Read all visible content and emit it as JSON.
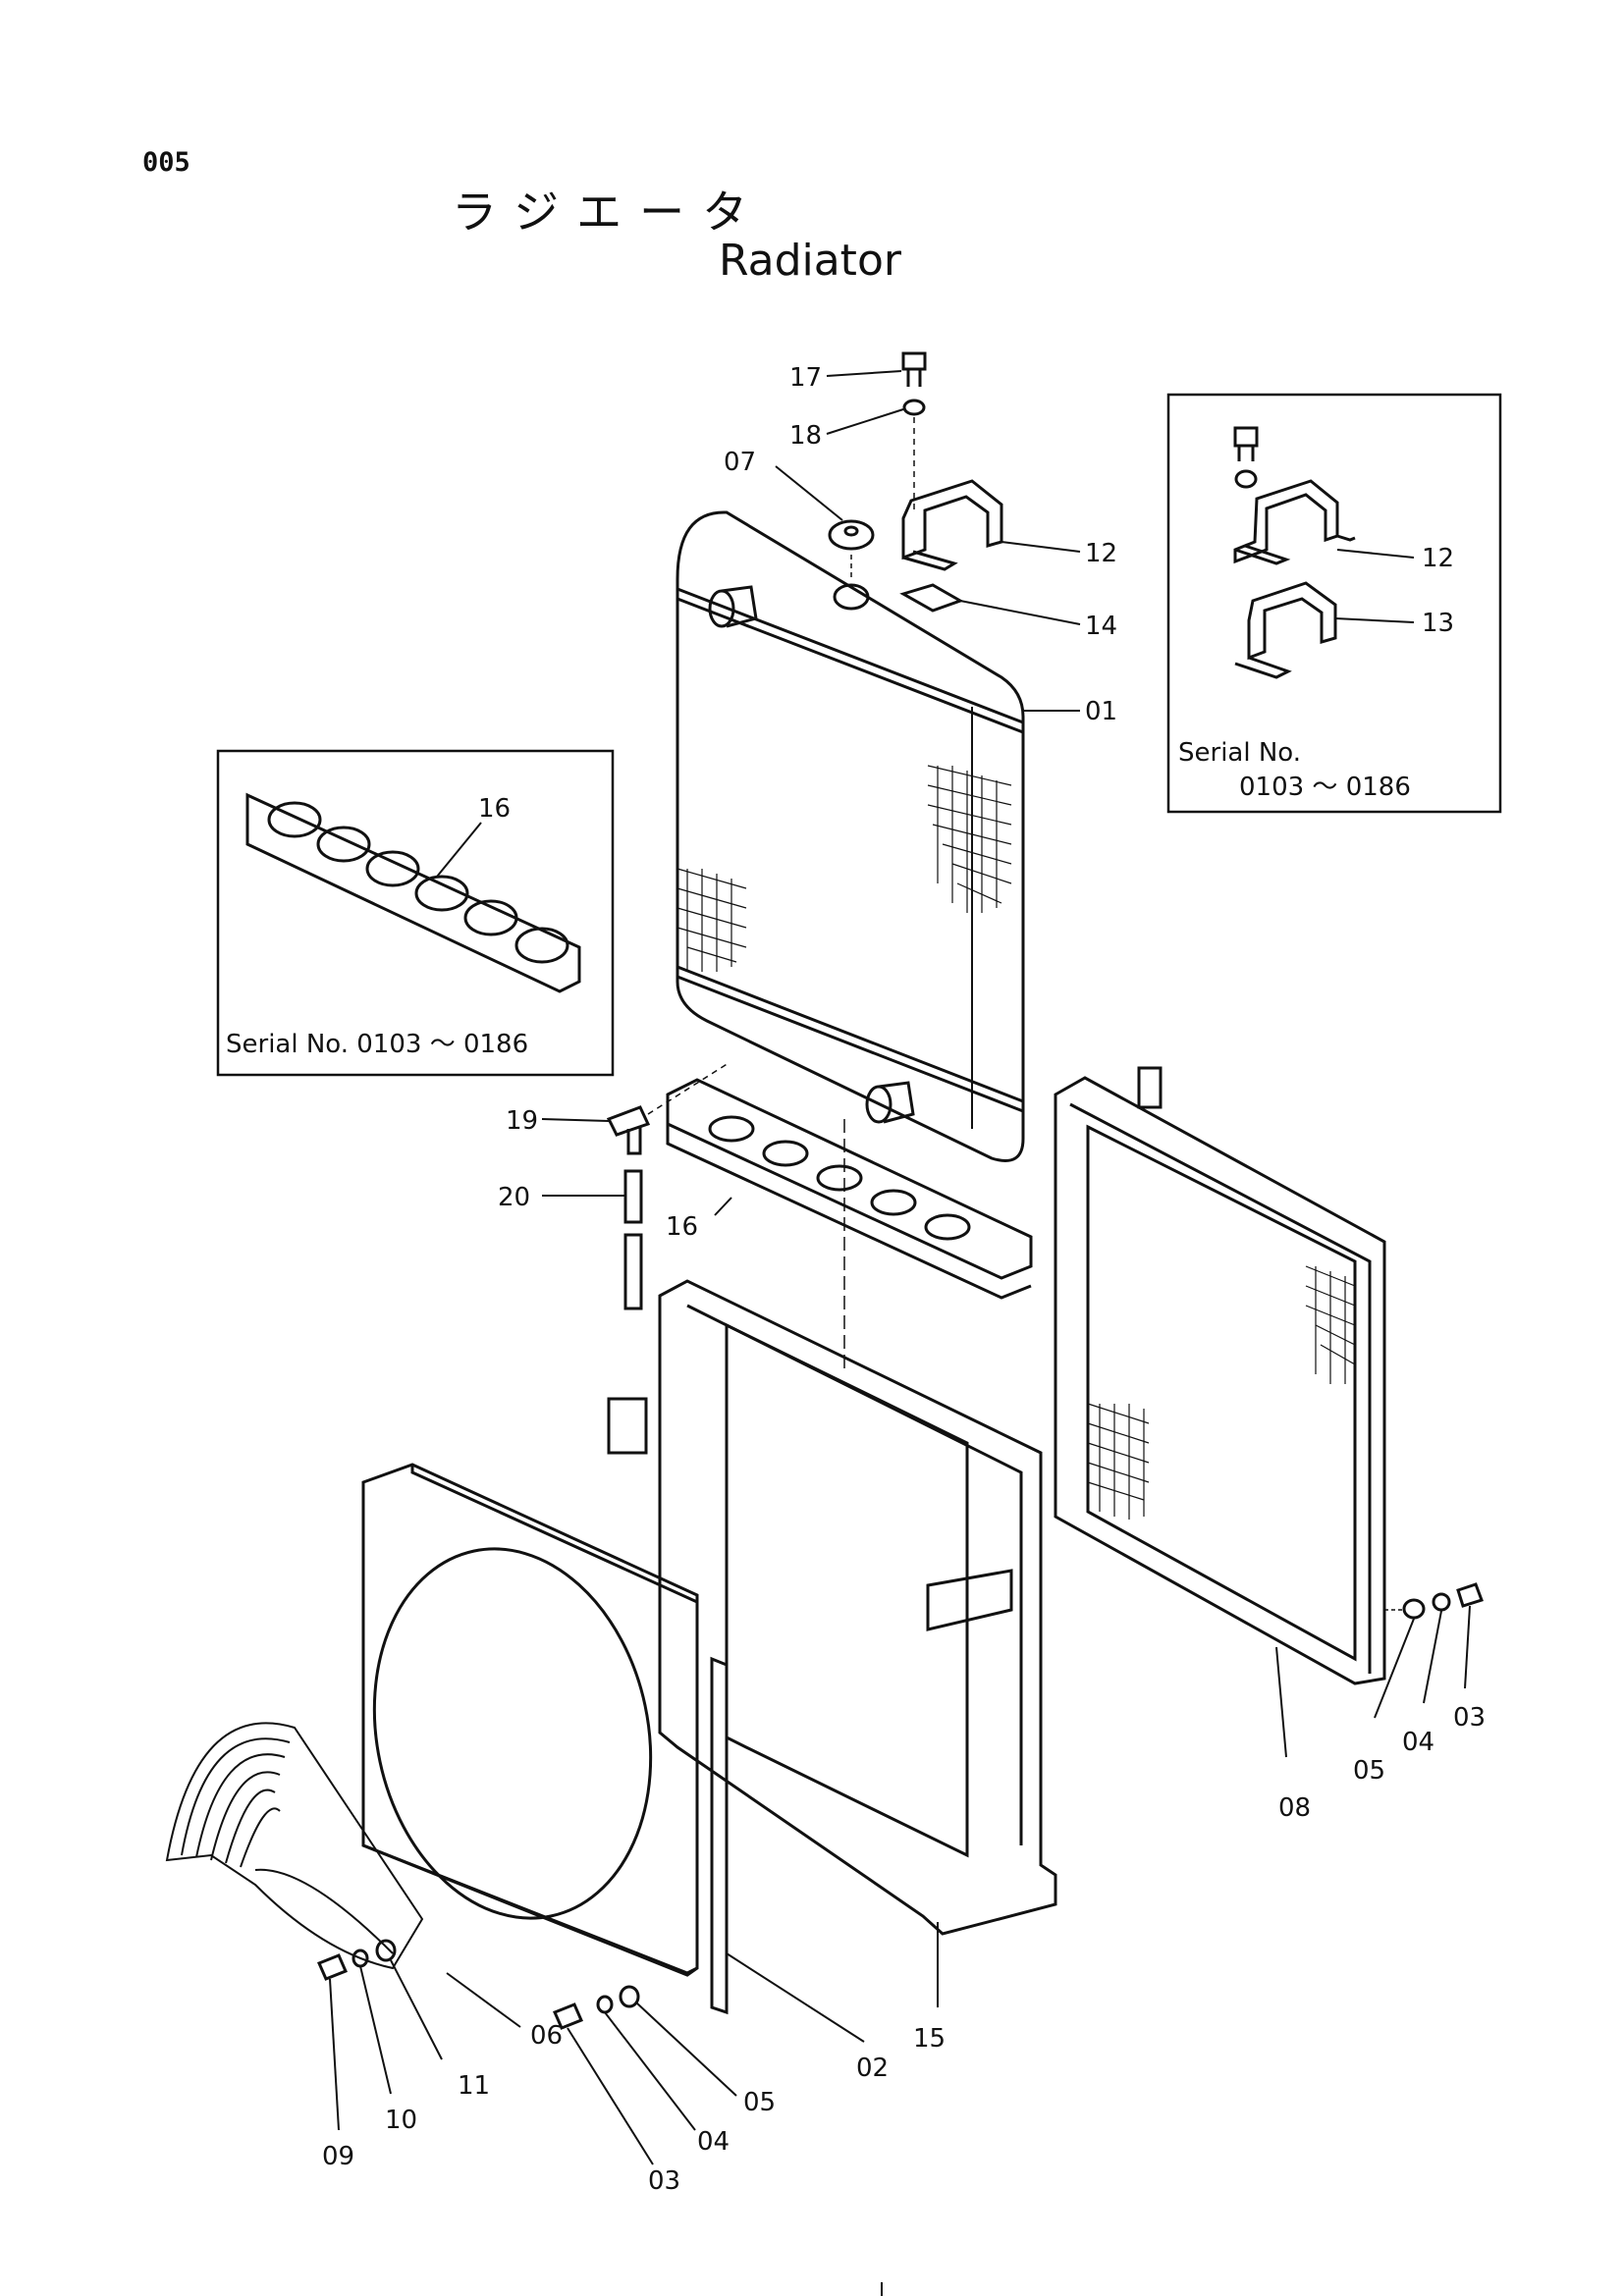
{
  "page_number": "005",
  "title_jp": "ラジエータ",
  "title_en": "Radiator",
  "inset_left": {
    "part": "16",
    "serial_caption": "Serial No. 0103 〜 0186"
  },
  "inset_right": {
    "parts": [
      "12",
      "13"
    ],
    "serial_caption_line1": "Serial No.",
    "serial_caption_line2": "0103 〜 0186"
  },
  "callouts": {
    "p17": "17",
    "p18": "18",
    "p07": "07",
    "p12": "12",
    "p14": "14",
    "p01": "01",
    "p19": "19",
    "p20": "20",
    "p16": "16",
    "p08": "08",
    "p05r": "05",
    "p04r": "04",
    "p03r": "03",
    "p15": "15",
    "p02": "02",
    "p06": "06",
    "p11": "11",
    "p10": "10",
    "p09": "09",
    "p05b": "05",
    "p04b": "04",
    "p03b": "03"
  }
}
